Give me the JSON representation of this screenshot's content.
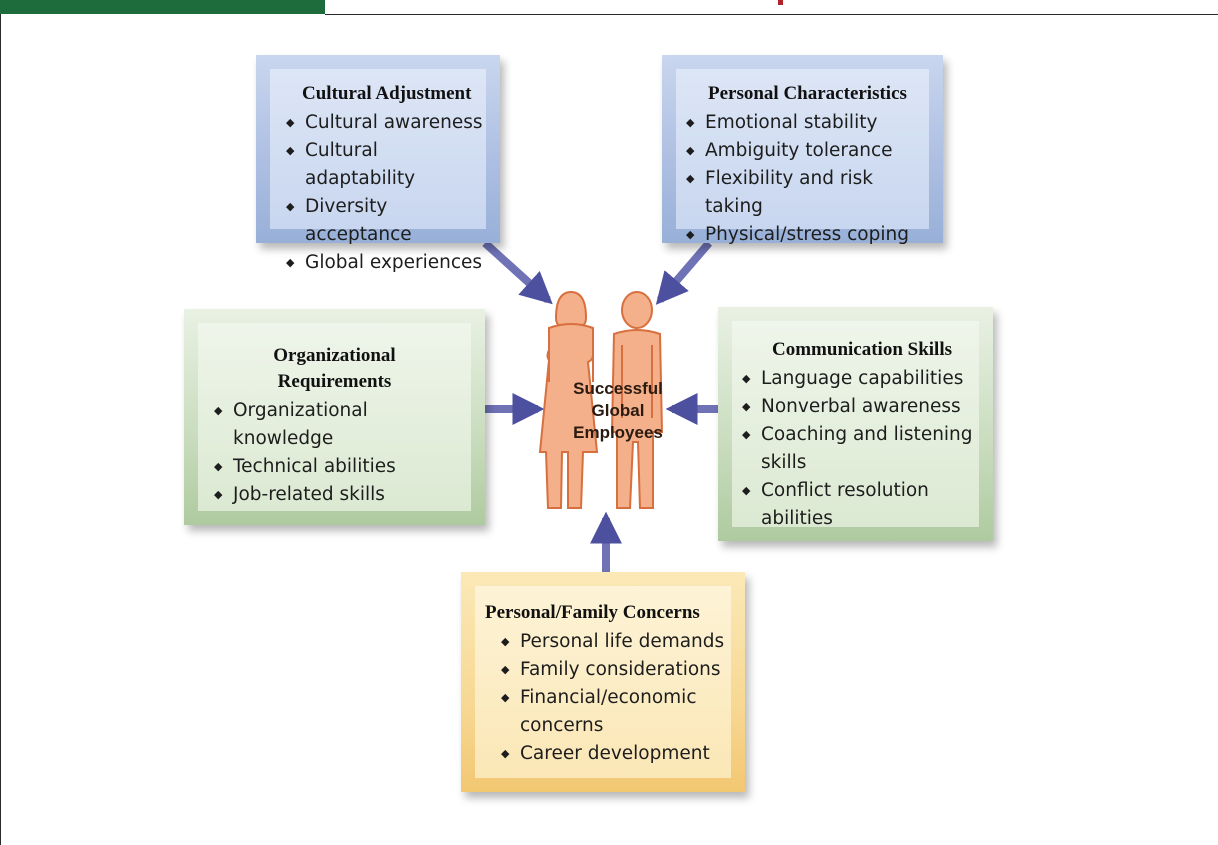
{
  "boxes": {
    "cultural": {
      "title": "Cultural Adjustment",
      "items": [
        "Cultural awareness",
        "Cultural adaptability",
        "Diversity acceptance",
        "Global experiences"
      ]
    },
    "personal": {
      "title": "Personal Characteristics",
      "items": [
        "Emotional stability",
        "Ambiguity tolerance",
        "Flexibility and risk taking",
        "Physical/stress coping"
      ]
    },
    "organizational": {
      "title_line1": "Organizational",
      "title_line2": "Requirements",
      "items": [
        "Organizational knowledge",
        "Technical abilities",
        "Job-related skills"
      ]
    },
    "communication": {
      "title": "Communication Skills",
      "items": [
        "Language capabilities",
        "Nonverbal awareness",
        "Coaching and listening skills",
        "Conflict resolution abilities"
      ]
    },
    "family": {
      "title": "Personal/Family Concerns",
      "items": [
        "Personal life demands",
        "Family considerations",
        "Financial/economic concerns",
        "Career development"
      ]
    }
  },
  "center": {
    "line1": "Successful",
    "line2": "Global",
    "line3": "Employees",
    "icon": "two-people-icon"
  },
  "bullet_glyph": "◆",
  "colors": {
    "arrow": "#5a5fa8",
    "figure_fill": "#f4b08a",
    "figure_stroke": "#d86f3e",
    "header_green": "#1e6b3c"
  }
}
